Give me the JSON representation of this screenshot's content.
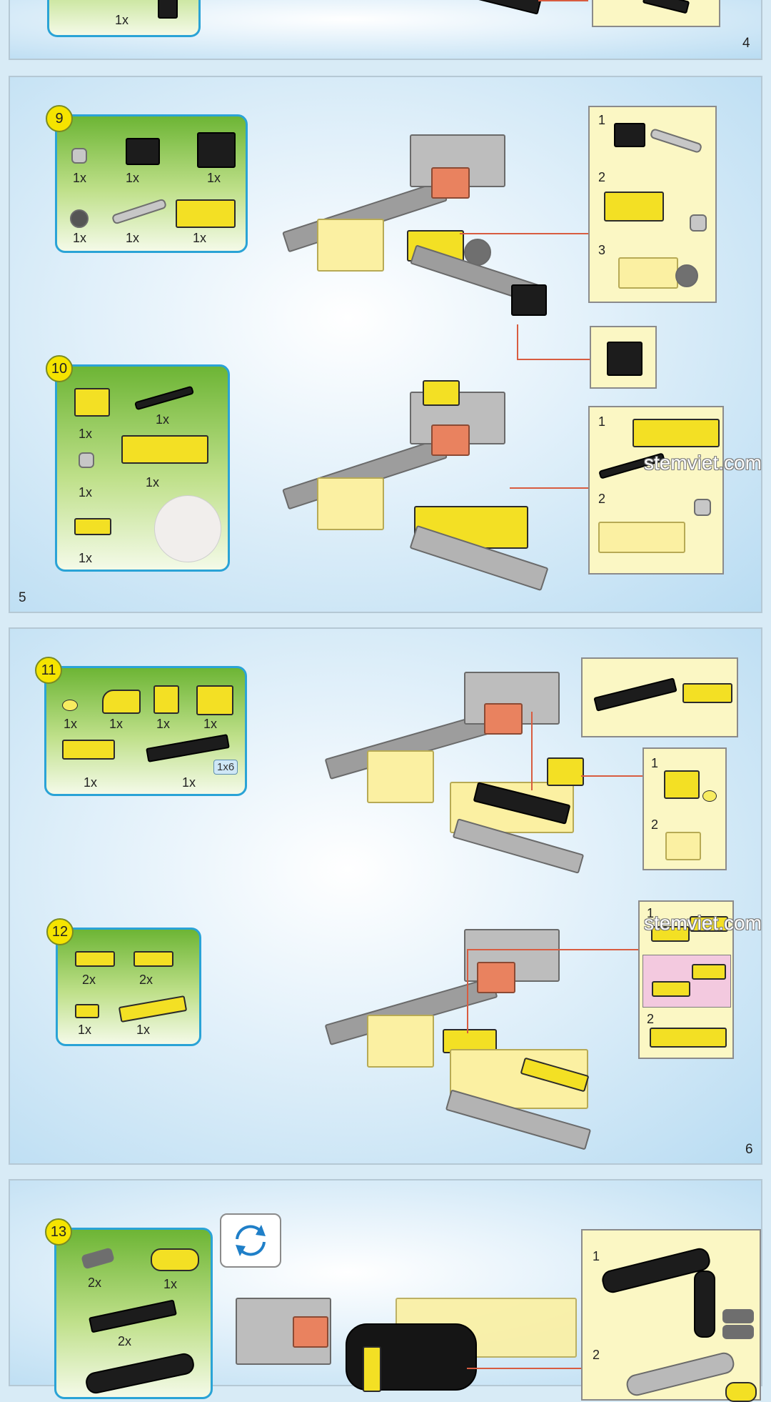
{
  "pages": [
    {
      "number": "4"
    },
    {
      "number": "5"
    },
    {
      "number": "6"
    }
  ],
  "top_strip": {
    "qty": "1x"
  },
  "steps": {
    "s9": {
      "number": "9",
      "qtys": [
        "1x",
        "1x",
        "1x",
        "1x",
        "1x",
        "1x"
      ],
      "sub": [
        "1",
        "2",
        "3"
      ]
    },
    "s10": {
      "number": "10",
      "qtys": [
        "1x",
        "1x",
        "1x",
        "1x",
        "1x"
      ],
      "sub": [
        "1",
        "2"
      ]
    },
    "s11": {
      "number": "11",
      "qtys": [
        "1x",
        "1x",
        "1x",
        "1x",
        "1x",
        "1x"
      ],
      "size_tag": "1x6",
      "sub": [
        "1",
        "2"
      ]
    },
    "s12": {
      "number": "12",
      "qtys": [
        "2x",
        "2x",
        "1x",
        "1x"
      ],
      "sub": [
        "1",
        "2"
      ]
    },
    "s13": {
      "number": "13",
      "qtys": [
        "2x",
        "1x",
        "2x"
      ],
      "sub": [
        "1",
        "2"
      ]
    }
  },
  "watermark": "stemviet.com",
  "colors": {
    "accent_border": "#2aa3d6",
    "badge": "#f5e400",
    "callout_bg": "#fbf7c4",
    "arrow": "#d85c40",
    "brick_yellow": "#f3e024"
  },
  "icons": {
    "rotate": "rotate-model-icon"
  }
}
